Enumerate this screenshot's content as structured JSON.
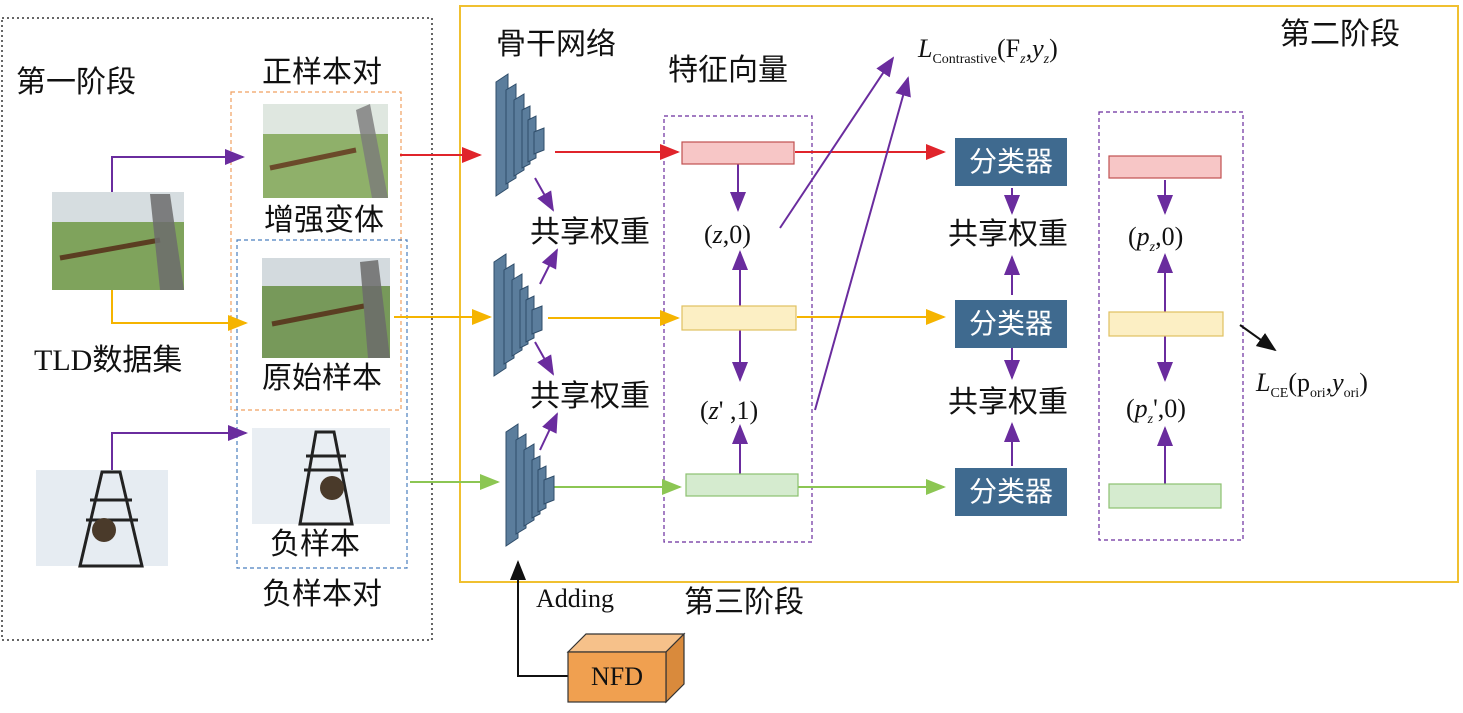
{
  "stage1": {
    "title": "第一阶段",
    "dataset_label": "TLD数据集"
  },
  "stage2": {
    "title": "第二阶段"
  },
  "stage3": {
    "title": "第三阶段"
  },
  "pairs": {
    "positive_pair": "正样本对",
    "augmented": "增强变体",
    "original": "原始样本",
    "negative_sample": "负样本",
    "negative_pair": "负样本对"
  },
  "backbone": {
    "label": "骨干网络",
    "shared_weights": "共享权重"
  },
  "features": {
    "label": "特征向量",
    "z0": "(z,0)",
    "z1": "(z',1)"
  },
  "classifier": {
    "label": "分类器",
    "shared_weights": "共享权重"
  },
  "outputs": {
    "p0": "(pz,0)",
    "p1": "(pz',0)"
  },
  "losses": {
    "contrastive": {
      "L": "L",
      "sub": "Contrastive",
      "args_pre": "(F",
      "f_sub": "z",
      "mid": ",y",
      "y_sub": "z",
      "end": ")"
    },
    "ce": {
      "L": "L",
      "sub": "CE",
      "args_pre": "(p",
      "p_sub": "ori",
      "mid": ",y",
      "y_sub": "ori",
      "end": ")"
    }
  },
  "nfd": {
    "label": "NFD",
    "adding": "Adding"
  },
  "colors": {
    "red": "#e0242b",
    "orange": "#f5b400",
    "green": "#8cc653",
    "purple": "#6a2c9e",
    "classifier": "#3f6a8f",
    "stage_border": "#f0c030",
    "backbone": "#4f6f8f",
    "nfd": "#f0a050"
  }
}
